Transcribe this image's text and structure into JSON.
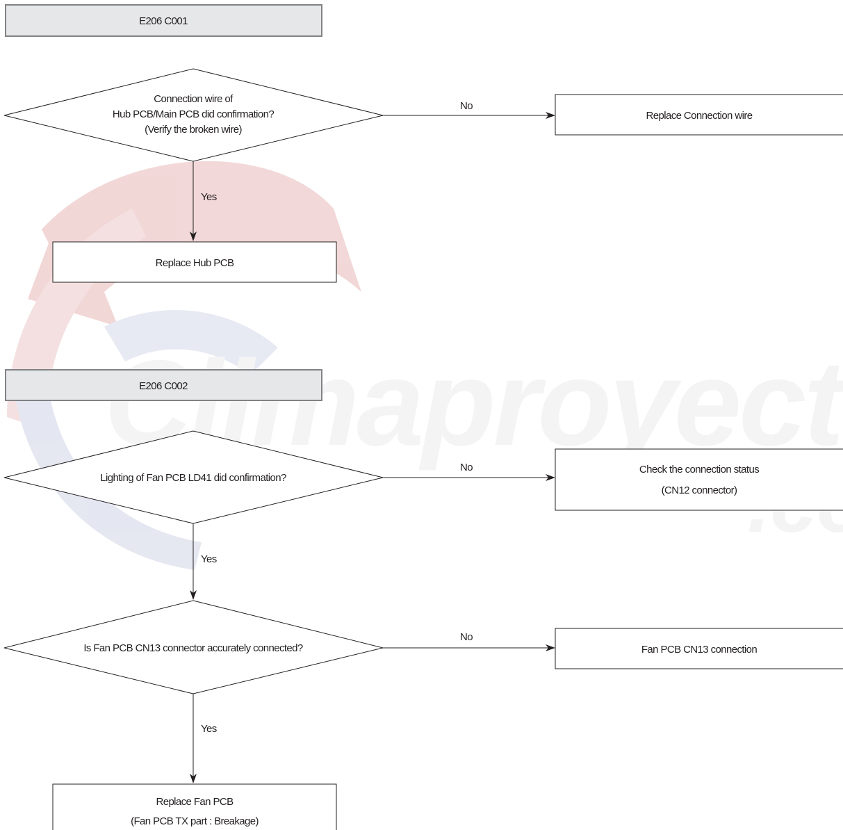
{
  "watermark": {
    "text": "Climaproyecto",
    "suffix": ".co",
    "colors": {
      "red": "#e8b8b8",
      "blue": "#c9cfe3",
      "text": "#ececec"
    }
  },
  "flow1": {
    "header": "E206 C001",
    "decision": [
      "Connection wire of",
      "Hub PCB/Main PCB did confirmation?",
      "(Verify the broken wire)"
    ],
    "no_label": "No",
    "no_action": "Replace Connection wire",
    "yes_label": "Yes",
    "yes_action": "Replace Hub PCB"
  },
  "flow2": {
    "header": "E206 C002",
    "decision1": "Lighting of Fan PCB LD41 did confirmation?",
    "no1_label": "No",
    "no1_action": [
      "Check the connection status",
      "(CN12 connector)"
    ],
    "yes1_label": "Yes",
    "decision2": "Is Fan PCB CN13 connector accurately connected?",
    "no2_label": "No",
    "no2_action": "Fan PCB CN13 connection",
    "yes2_label": "Yes",
    "yes2_action": [
      "Replace Fan PCB",
      "(Fan PCB TX part : Breakage)"
    ]
  },
  "colors": {
    "header_fill": "#e6e7e8",
    "header_stroke": "#808285",
    "line": "#231f20"
  }
}
